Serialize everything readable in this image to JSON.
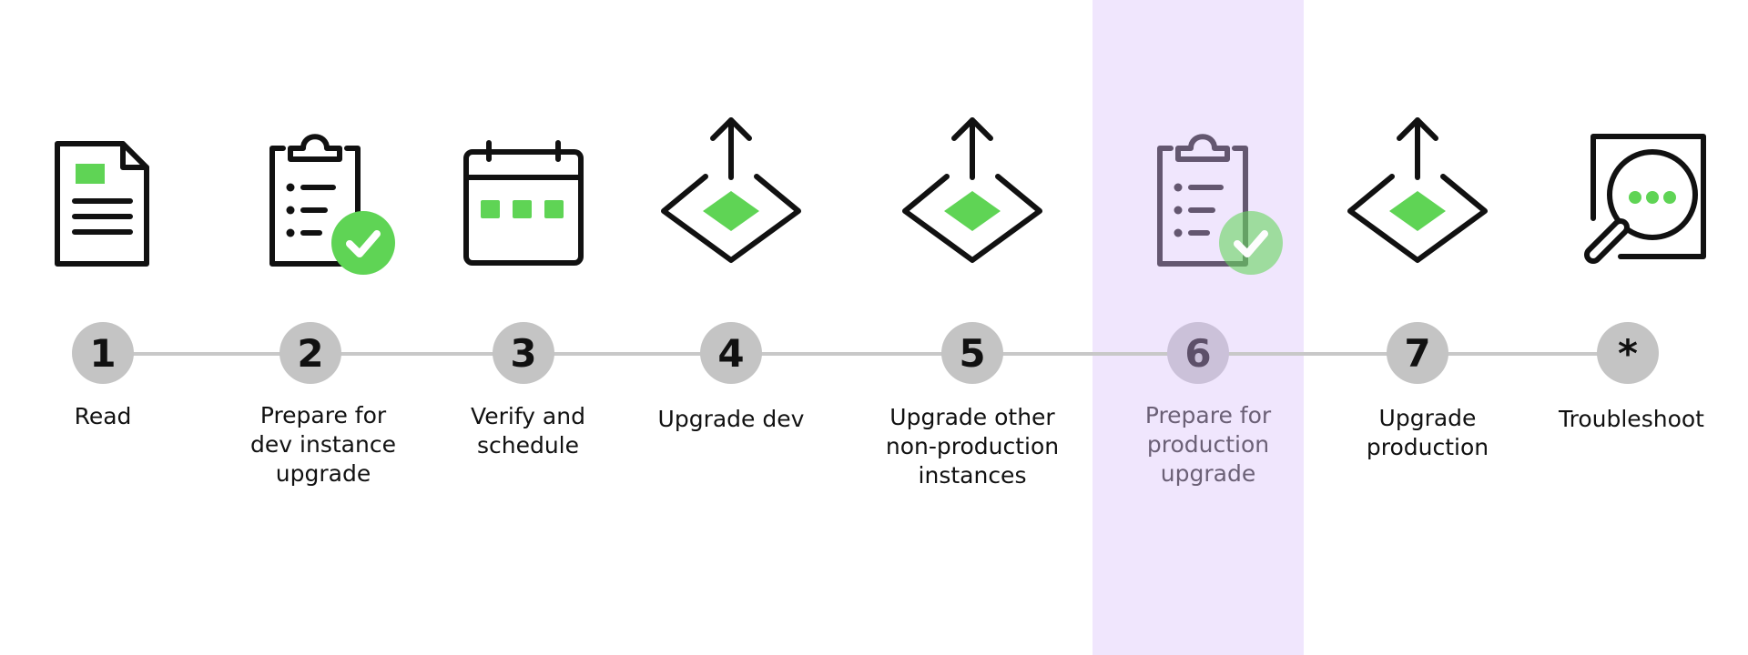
{
  "steps": [
    {
      "number": "1",
      "label": [
        "Read"
      ],
      "icon": "document-icon"
    },
    {
      "number": "2",
      "label": [
        "Prepare for",
        "dev instance",
        "upgrade"
      ],
      "icon": "clipboard-check-icon"
    },
    {
      "number": "3",
      "label": [
        "Verify and",
        "schedule"
      ],
      "icon": "calendar-icon"
    },
    {
      "number": "4",
      "label": [
        "Upgrade dev"
      ],
      "icon": "upgrade-layer-icon"
    },
    {
      "number": "5",
      "label": [
        "Upgrade other",
        "non-production",
        "instances"
      ],
      "icon": "upgrade-layer-icon"
    },
    {
      "number": "6",
      "label": [
        "Prepare for",
        "production",
        "upgrade"
      ],
      "icon": "clipboard-check-icon",
      "active": true
    },
    {
      "number": "7",
      "label": [
        "Upgrade",
        "production"
      ],
      "icon": "upgrade-layer-icon"
    },
    {
      "number": "*",
      "label": [
        "Troubleshoot"
      ],
      "icon": "magnifier-search-icon"
    }
  ],
  "colors": {
    "accent_green": "#5fd455",
    "icon_stroke": "#111111",
    "active_icon_stroke": "#5d5069",
    "active_background": "#f0e6fd",
    "badge": "#c4c4c4",
    "connector": "#c8c8c8"
  }
}
